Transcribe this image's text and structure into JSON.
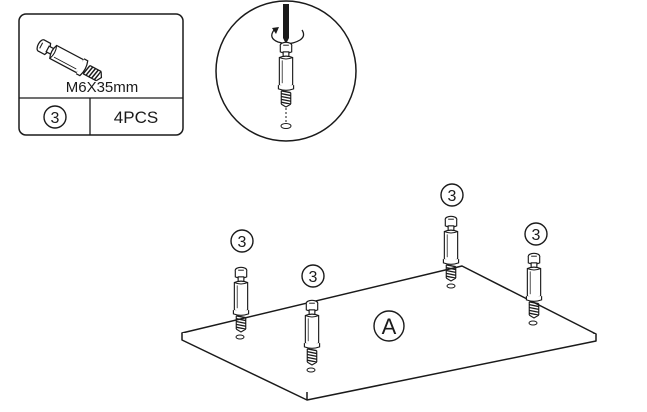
{
  "parts_box": {
    "size_label": "M6X35mm",
    "part_number": "3",
    "quantity": "4PCS"
  },
  "board": {
    "label": "A"
  },
  "callouts": [
    "3",
    "3",
    "3",
    "3"
  ]
}
